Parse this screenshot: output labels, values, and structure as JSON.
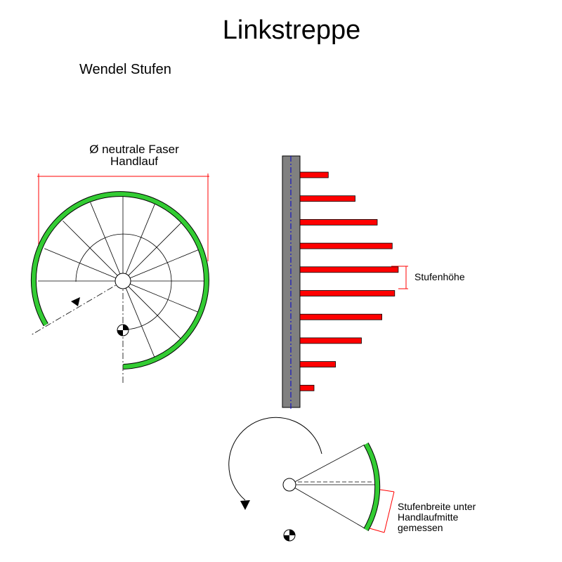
{
  "title": "Linkstreppe",
  "subtitle": "Wendel Stufen",
  "plan_view": {
    "diameter_label": [
      "Ø neutrale Faser",
      "Handlauf"
    ],
    "icons": [
      "rotation-arrow-icon",
      "start-point-marker-icon"
    ]
  },
  "elevation_view": {
    "step_count": 10,
    "step_label": "Stufenhöhe"
  },
  "detail_view": {
    "width_label": [
      "Stufenbreite unter",
      "Handlaufmitte",
      "gemessen"
    ]
  },
  "colors": {
    "handrail": "#33cc33",
    "steps": "#ff0000",
    "dimension": "#ff0000",
    "column": "#808080",
    "centerline": "#0000cc"
  }
}
